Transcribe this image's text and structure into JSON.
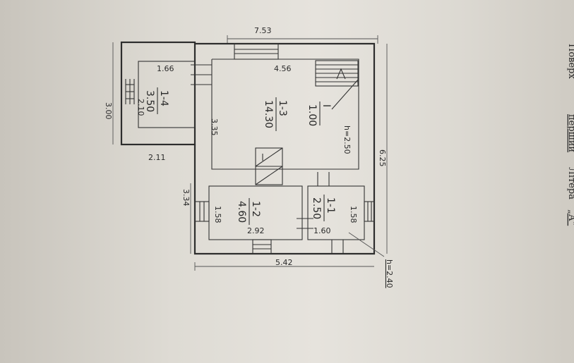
{
  "side_text": {
    "word1": "Поверх",
    "word2": "перший",
    "word3": "Літера",
    "word4": "„А“"
  },
  "rooms": [
    {
      "id": "1-1",
      "area": "2.50"
    },
    {
      "id": "1-2",
      "area": "4.60"
    },
    {
      "id": "1-3",
      "area": "14.30"
    },
    {
      "id": "1-4",
      "area": "3.50"
    },
    {
      "id": "I",
      "area": "1.00"
    }
  ],
  "heights": {
    "main": "h=2.50",
    "porch": "h=2.40"
  },
  "dims": {
    "top": "7.53",
    "d456": "4.56",
    "d166": "1.66",
    "d300": "3.00",
    "d210": "2.10",
    "d211": "2.11",
    "d335": "3.35",
    "d625": "6.25",
    "d334": "3.34",
    "d158a": "1.58",
    "d158b": "1.58",
    "d292": "2.92",
    "d160": "1.60",
    "d542": "5.42"
  }
}
